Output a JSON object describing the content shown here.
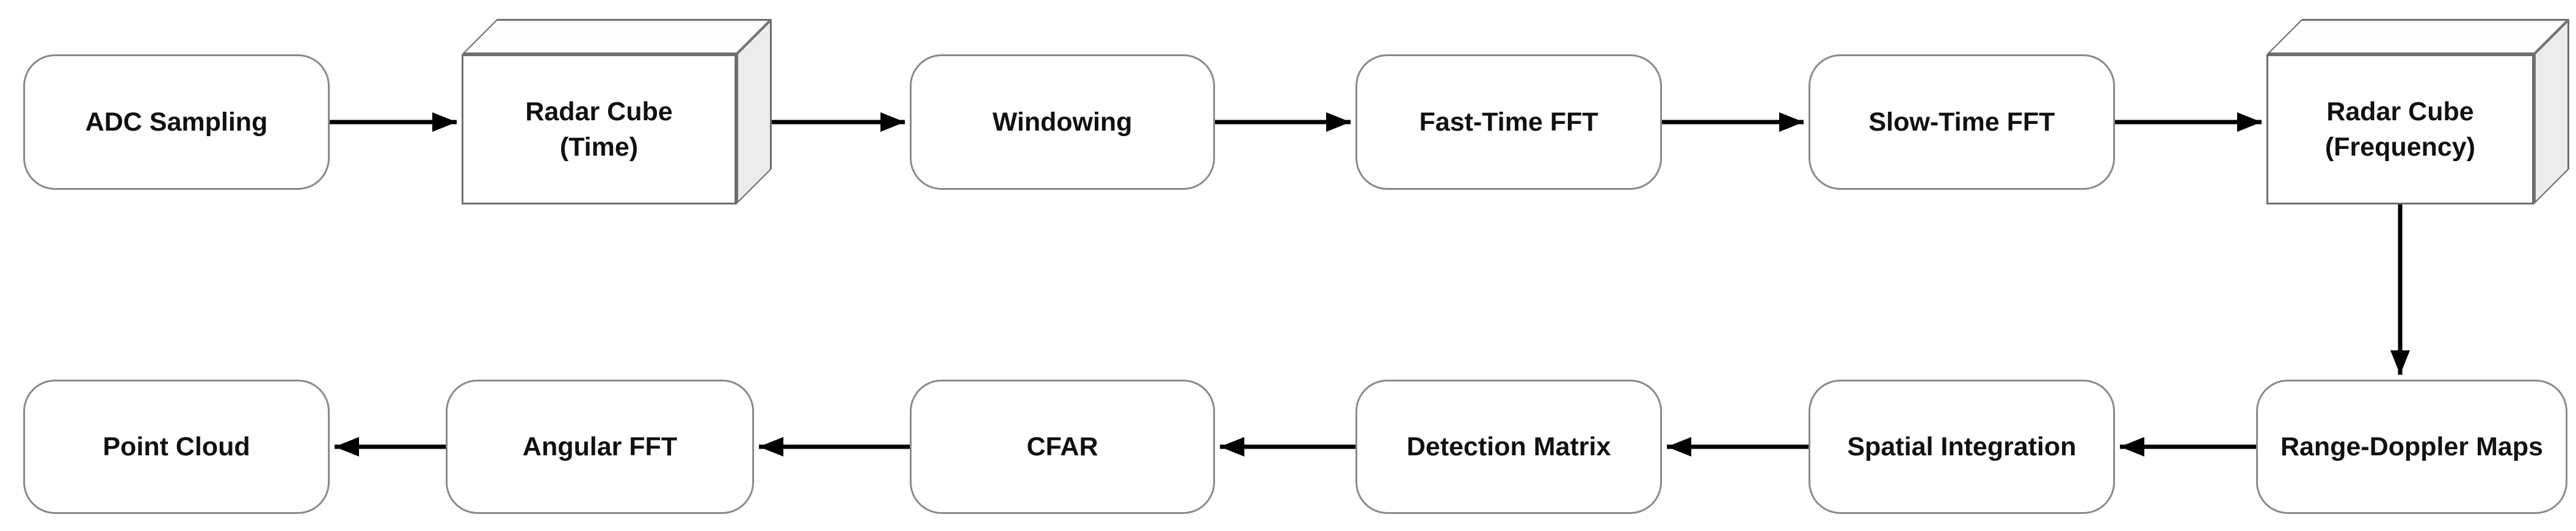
{
  "diagram_type": "flowchart",
  "colors": {
    "background": "#ffffff",
    "box_fill": "#ffffff",
    "box_border": "#8a8a8a",
    "cube_border": "#6e6e6e",
    "cube_side_fill": "#ececec",
    "cube_top_fill": "#fdfdfd",
    "arrow": "#000000",
    "text": "#111111"
  },
  "nodes": [
    {
      "id": "adc-sampling",
      "label": "ADC Sampling",
      "shape": "rounded-rect",
      "row": "top"
    },
    {
      "id": "radar-cube-time",
      "label": "Radar Cube\n(Time)",
      "shape": "cube",
      "row": "top"
    },
    {
      "id": "windowing",
      "label": "Windowing",
      "shape": "rounded-rect",
      "row": "top"
    },
    {
      "id": "fast-time-fft",
      "label": "Fast-Time FFT",
      "shape": "rounded-rect",
      "row": "top"
    },
    {
      "id": "slow-time-fft",
      "label": "Slow-Time FFT",
      "shape": "rounded-rect",
      "row": "top"
    },
    {
      "id": "radar-cube-frequency",
      "label": "Radar Cube\n(Frequency)",
      "shape": "cube",
      "row": "top"
    },
    {
      "id": "range-doppler-maps",
      "label": "Range-Doppler Maps",
      "shape": "rounded-rect",
      "row": "bottom"
    },
    {
      "id": "spatial-integration",
      "label": "Spatial Integration",
      "shape": "rounded-rect",
      "row": "bottom"
    },
    {
      "id": "detection-matrix",
      "label": "Detection Matrix",
      "shape": "rounded-rect",
      "row": "bottom"
    },
    {
      "id": "cfar",
      "label": "CFAR",
      "shape": "rounded-rect",
      "row": "bottom"
    },
    {
      "id": "angular-fft",
      "label": "Angular FFT",
      "shape": "rounded-rect",
      "row": "bottom"
    },
    {
      "id": "point-cloud",
      "label": "Point Cloud",
      "shape": "rounded-rect",
      "row": "bottom"
    }
  ],
  "edges": [
    {
      "from": "adc-sampling",
      "to": "radar-cube-time",
      "direction": "right"
    },
    {
      "from": "radar-cube-time",
      "to": "windowing",
      "direction": "right"
    },
    {
      "from": "windowing",
      "to": "fast-time-fft",
      "direction": "right"
    },
    {
      "from": "fast-time-fft",
      "to": "slow-time-fft",
      "direction": "right"
    },
    {
      "from": "slow-time-fft",
      "to": "radar-cube-frequency",
      "direction": "right"
    },
    {
      "from": "radar-cube-frequency",
      "to": "range-doppler-maps",
      "direction": "down"
    },
    {
      "from": "range-doppler-maps",
      "to": "spatial-integration",
      "direction": "left"
    },
    {
      "from": "spatial-integration",
      "to": "detection-matrix",
      "direction": "left"
    },
    {
      "from": "detection-matrix",
      "to": "cfar",
      "direction": "left"
    },
    {
      "from": "cfar",
      "to": "angular-fft",
      "direction": "left"
    },
    {
      "from": "angular-fft",
      "to": "point-cloud",
      "direction": "left"
    }
  ]
}
